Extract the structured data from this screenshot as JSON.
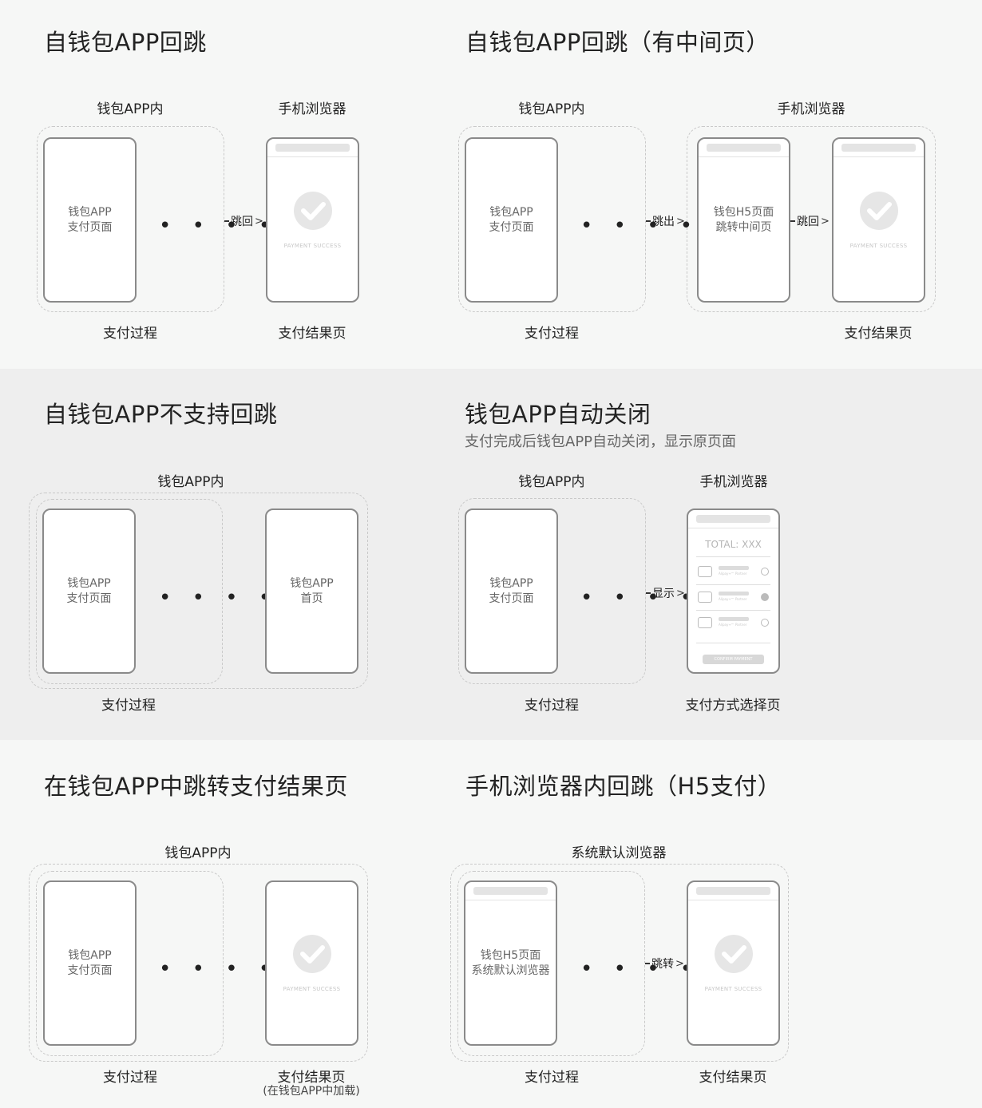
{
  "sections": [
    {
      "title": "自钱包APP回跳"
    },
    {
      "title": "自钱包APP回跳（有中间页）"
    },
    {
      "title": "自钱包APP不支持回跳"
    },
    {
      "title": "钱包APP自动关闭",
      "subtitle": "支付完成后钱包APP自动关闭，显示原页面"
    },
    {
      "title": "在钱包APP中跳转支付结果页"
    },
    {
      "title": "手机浏览器内回跳（H5支付）"
    }
  ],
  "labels": {
    "wallet_in": "钱包APP内",
    "mobile_browser": "手机浏览器",
    "system_browser": "系统默认浏览器",
    "pay_process": "支付过程",
    "pay_result": "支付结果页",
    "pay_method": "支付方式选择页",
    "loaded_in_wallet": "(在钱包APP中加载)"
  },
  "phones": {
    "wallet_pay": "钱包APP\n支付页面",
    "wallet_home": "钱包APP\n首页",
    "h5_middle": "钱包H5页面\n跳转中间页",
    "h5_system": "钱包H5页面\n系统默认浏览器",
    "payment_success": "PAYMENT SUCCESS"
  },
  "arrows": {
    "back": "跳回",
    "out": "跳出",
    "show": "显示",
    "jump": "跳转"
  },
  "dots": "• • • •",
  "payment_method": {
    "total": "TOTAL: XXX",
    "option_sub": "Alipay+™ Partner",
    "confirm": "CONFIRM PAYMENT",
    "options": [
      {
        "selected": false
      },
      {
        "selected": true
      },
      {
        "selected": false
      }
    ]
  },
  "colors": {
    "band_light": "#f6f7f6",
    "band_gray": "#eeeeee",
    "phone_border": "#8a8a8a",
    "dashed": "#c9c9c9"
  }
}
